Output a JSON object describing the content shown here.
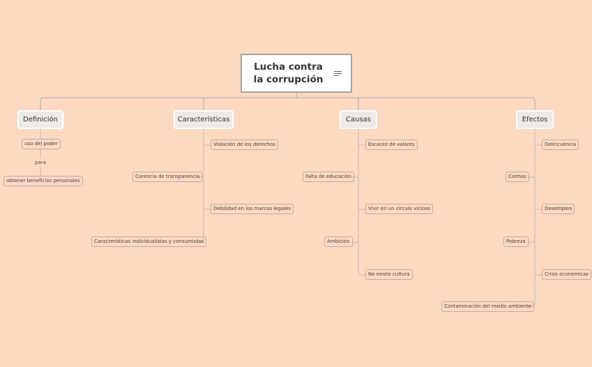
{
  "root": {
    "title": "Lucha contra la corrupción",
    "icon": "menu-lines-icon"
  },
  "branches": {
    "definicion": {
      "label": "Definición",
      "items": [
        "uso del poder",
        "para",
        "obtener beneficios personales"
      ]
    },
    "caracteristicas": {
      "label": "Características",
      "items": [
        "Violación de los derechos",
        "Carencia de transparencia",
        "Debilidad en los marcos legales",
        "Características individualistas y consumistas"
      ]
    },
    "causas": {
      "label": "Causas",
      "items": [
        "Escacez de valores",
        "Falta de educación",
        "Vivir en un círculo vicioso",
        "Ambición",
        "No existe cultura"
      ]
    },
    "efectos": {
      "label": "Efectos",
      "items": [
        "Delincuencia",
        "Coimas",
        "Desempleo",
        "Pobreza",
        "Crisis económicas",
        "Contaminación del medio ambiente"
      ]
    }
  },
  "colors": {
    "background": "#fed9c2",
    "connector": "#c3b8b1",
    "node_border": "#b8aca5"
  }
}
